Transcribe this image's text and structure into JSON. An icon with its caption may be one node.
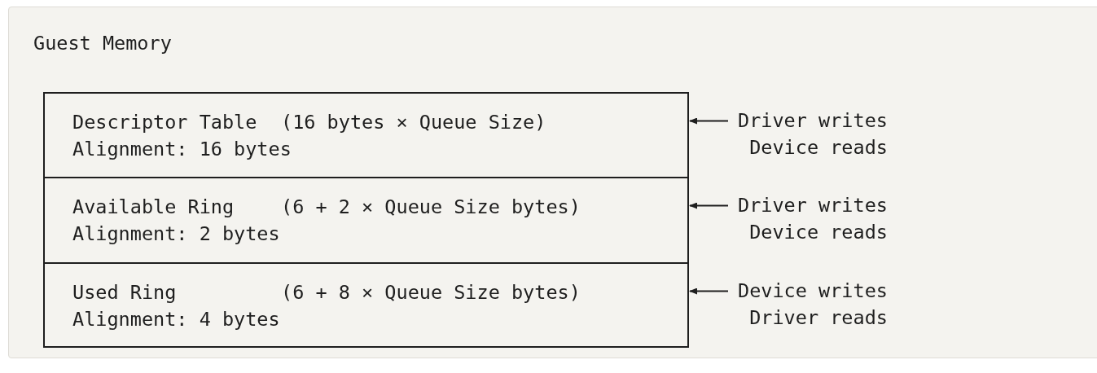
{
  "diagram": {
    "title": "Guest Memory",
    "nodes": [
      {
        "text": [
          "Descriptor Table",
          "(16 bytes × Queue Size)",
          "Alignment: 16 bytes"
        ]
      },
      {
        "text": [
          "Available Ring",
          "(6 + 2 × Queue Size bytes)",
          "Alignment: 2 bytes"
        ]
      },
      {
        "text": [
          "Used Ring",
          "(6 + 8 × Queue Size bytes)",
          "Alignment: 4 bytes"
        ]
      },
      {
        "text": [
          "Driver writes",
          "Device reads"
        ]
      },
      {
        "text": [
          "Driver writes",
          "Device reads"
        ]
      },
      {
        "text": [
          "Device writes",
          "Driver reads"
        ]
      }
    ],
    "edges": [
      {
        "from": 3,
        "to": 0,
        "arrow": "to"
      },
      {
        "from": 4,
        "to": 1,
        "arrow": "to"
      },
      {
        "from": 5,
        "to": 2,
        "arrow": "to"
      }
    ]
  }
}
